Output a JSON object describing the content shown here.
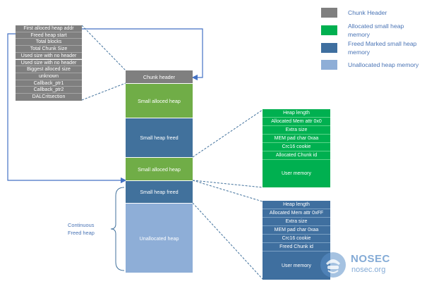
{
  "header_fields": [
    "First alloced heap addr",
    "Freed heap start",
    "Total blocks",
    "Total Chunk Size",
    "Used size with no header",
    "Used size with no header",
    "Biggest alloced size",
    "unknown",
    "Callback_ptr1",
    "Callback_ptr2",
    "DALCritsection"
  ],
  "heap_blocks": {
    "chunk_header": "Chunk header",
    "small_alloced_1": "Small alloced heap",
    "small_freed_1": "Small heap freed",
    "small_alloced_2": "Small alloced heap",
    "small_freed_2": "Small heap freed",
    "unallocated": "Unallocated heap"
  },
  "allocated_fields": [
    "Heap length",
    "Allocated Mem attr 0x0",
    "Extra size",
    "MEM pad char 0xaa",
    "Crc16 cookie",
    "Allocated Chunk id",
    "User memory"
  ],
  "freed_fields": [
    "Heap length",
    "Allocated Mem attr 0xFF",
    "Extra size",
    "MEM pad char 0xaa",
    "Crc16 cookie",
    "Freed Chunk id",
    "User memory"
  ],
  "continuous_label": [
    "Continuous",
    "Freed heap"
  ],
  "legend": [
    {
      "label": "Chunk Header",
      "color": "#7f7f7f"
    },
    {
      "label": "Allocated small heap memory",
      "color": "#00b050"
    },
    {
      "label": "Freed Marked small heap memory",
      "color": "#3f6f9f"
    },
    {
      "label": "Unallocated heap memory",
      "color": "#8eaed7"
    }
  ],
  "watermark": {
    "brand": "NOSEC",
    "site": "nosec.org"
  },
  "colors": {
    "grey": "#7f7f7f",
    "green": "#70ad47",
    "green_bright": "#00b050",
    "blue": "#41719c",
    "light_blue": "#8eaed7",
    "line": "#2f5597"
  }
}
